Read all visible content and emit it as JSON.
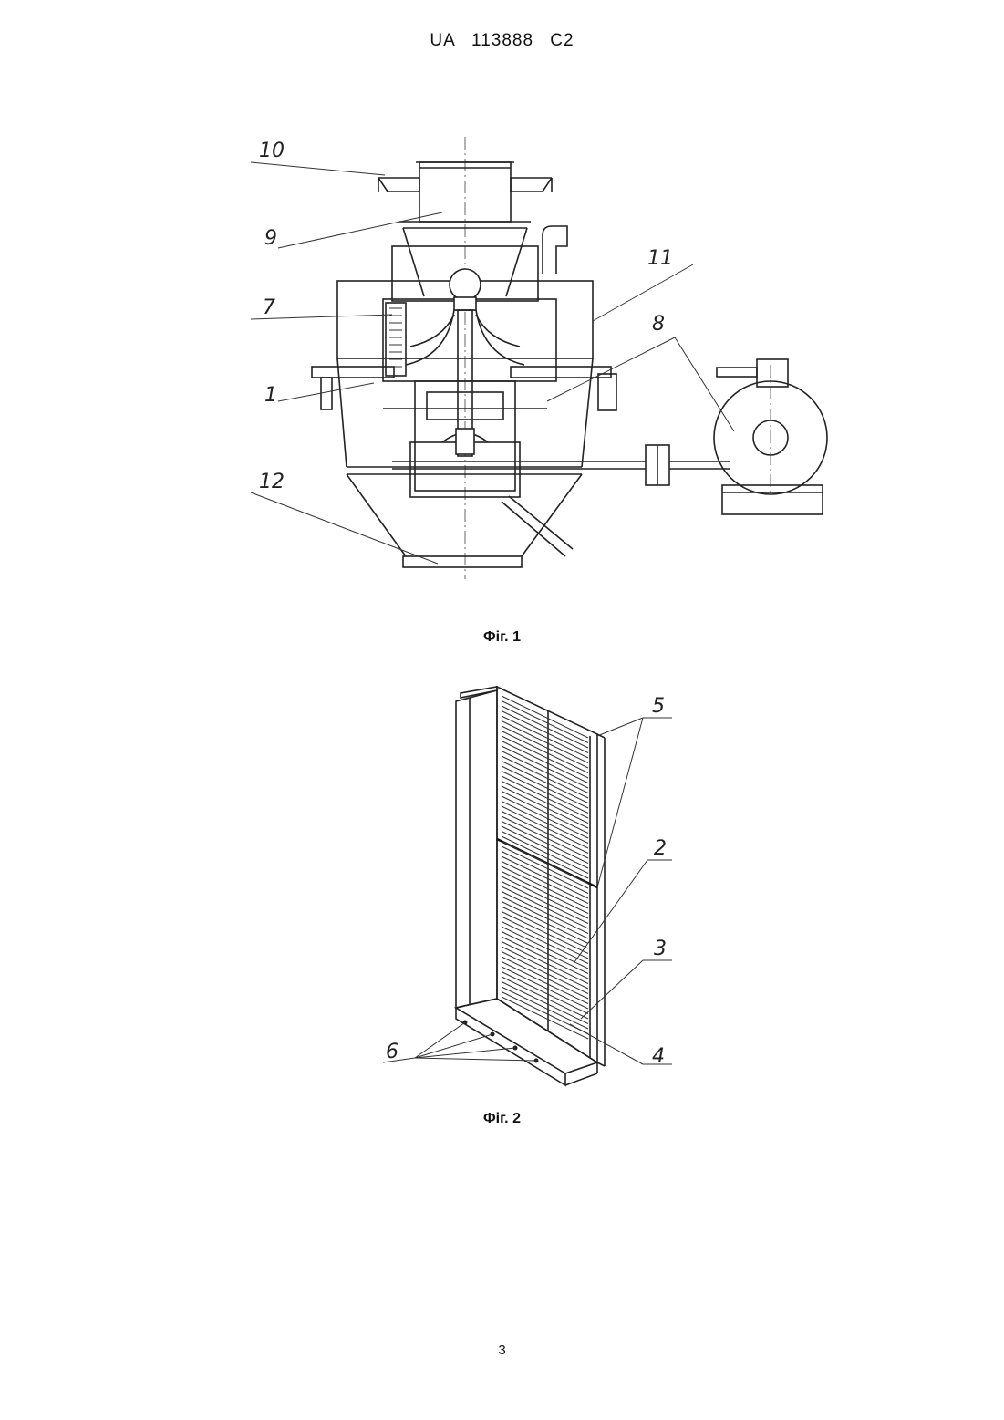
{
  "header": {
    "document_id": "UA   113888   C2"
  },
  "figure1": {
    "caption": "Фіг. 1",
    "labels": [
      "10",
      "9",
      "11",
      "7",
      "8",
      "1",
      "12"
    ]
  },
  "figure2": {
    "caption": "Фіг. 2",
    "labels": [
      "5",
      "2",
      "3",
      "6",
      "4"
    ]
  },
  "footer": {
    "page_number": "3"
  }
}
